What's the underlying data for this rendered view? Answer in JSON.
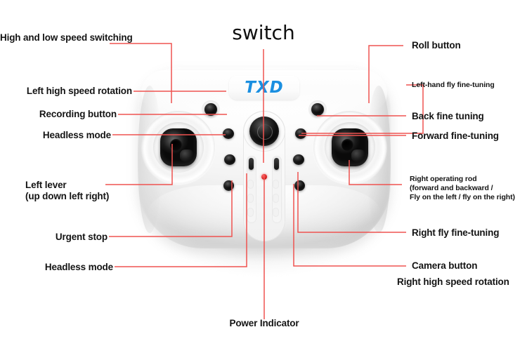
{
  "diagram": {
    "title_center": "switch",
    "device": {
      "brand_logo": "TXD",
      "product": "drone remote controller"
    },
    "labels_left": [
      {
        "id": "high-low-speed-switching",
        "text": "High and low speed switching",
        "size": "big"
      },
      {
        "id": "left-high-speed-rotation",
        "text": "Left high speed rotation",
        "size": "big"
      },
      {
        "id": "recording-button",
        "text": "Recording button",
        "size": "big"
      },
      {
        "id": "headless-mode-top",
        "text": "Headless mode",
        "size": "big"
      },
      {
        "id": "left-lever-line1",
        "text": "Left lever",
        "size": "big"
      },
      {
        "id": "left-lever-line2",
        "text": "(up down left right)",
        "size": "big"
      },
      {
        "id": "urgent-stop",
        "text": "Urgent stop",
        "size": "big"
      },
      {
        "id": "headless-mode-bottom",
        "text": "Headless mode",
        "size": "big"
      }
    ],
    "labels_right": [
      {
        "id": "roll-button",
        "text": "Roll button",
        "size": "big"
      },
      {
        "id": "left-hand-fly-fine-tuning",
        "text": "Left-hand fly fine-tuning",
        "size": "small"
      },
      {
        "id": "back-fine-tuning",
        "text": "Back fine tuning",
        "size": "big"
      },
      {
        "id": "forward-fine-tuning",
        "text": "Forward fine-tuning",
        "size": "big"
      },
      {
        "id": "right-operating-rod-line1",
        "text": "Right operating rod",
        "size": "small"
      },
      {
        "id": "right-operating-rod-line2",
        "text": "(forward and backward /",
        "size": "small"
      },
      {
        "id": "right-operating-rod-line3",
        "text": "Fly on the left / fly on the right)",
        "size": "small"
      },
      {
        "id": "right-fly-fine-tuning",
        "text": "Right fly fine-tuning",
        "size": "big"
      },
      {
        "id": "camera-button",
        "text": "Camera button",
        "size": "big"
      },
      {
        "id": "right-high-speed-rotation",
        "text": "Right high speed rotation",
        "size": "big"
      }
    ],
    "labels_bottom": [
      {
        "id": "power-indicator",
        "text": "Power Indicator",
        "size": "big"
      }
    ],
    "colors": {
      "callout_line": "#ef5350",
      "label_text": "#141414",
      "logo_blue": "#1b8fe0",
      "led_red": "#d51d1d",
      "body_white": "#f7f7f7",
      "background": "#ffffff"
    }
  }
}
